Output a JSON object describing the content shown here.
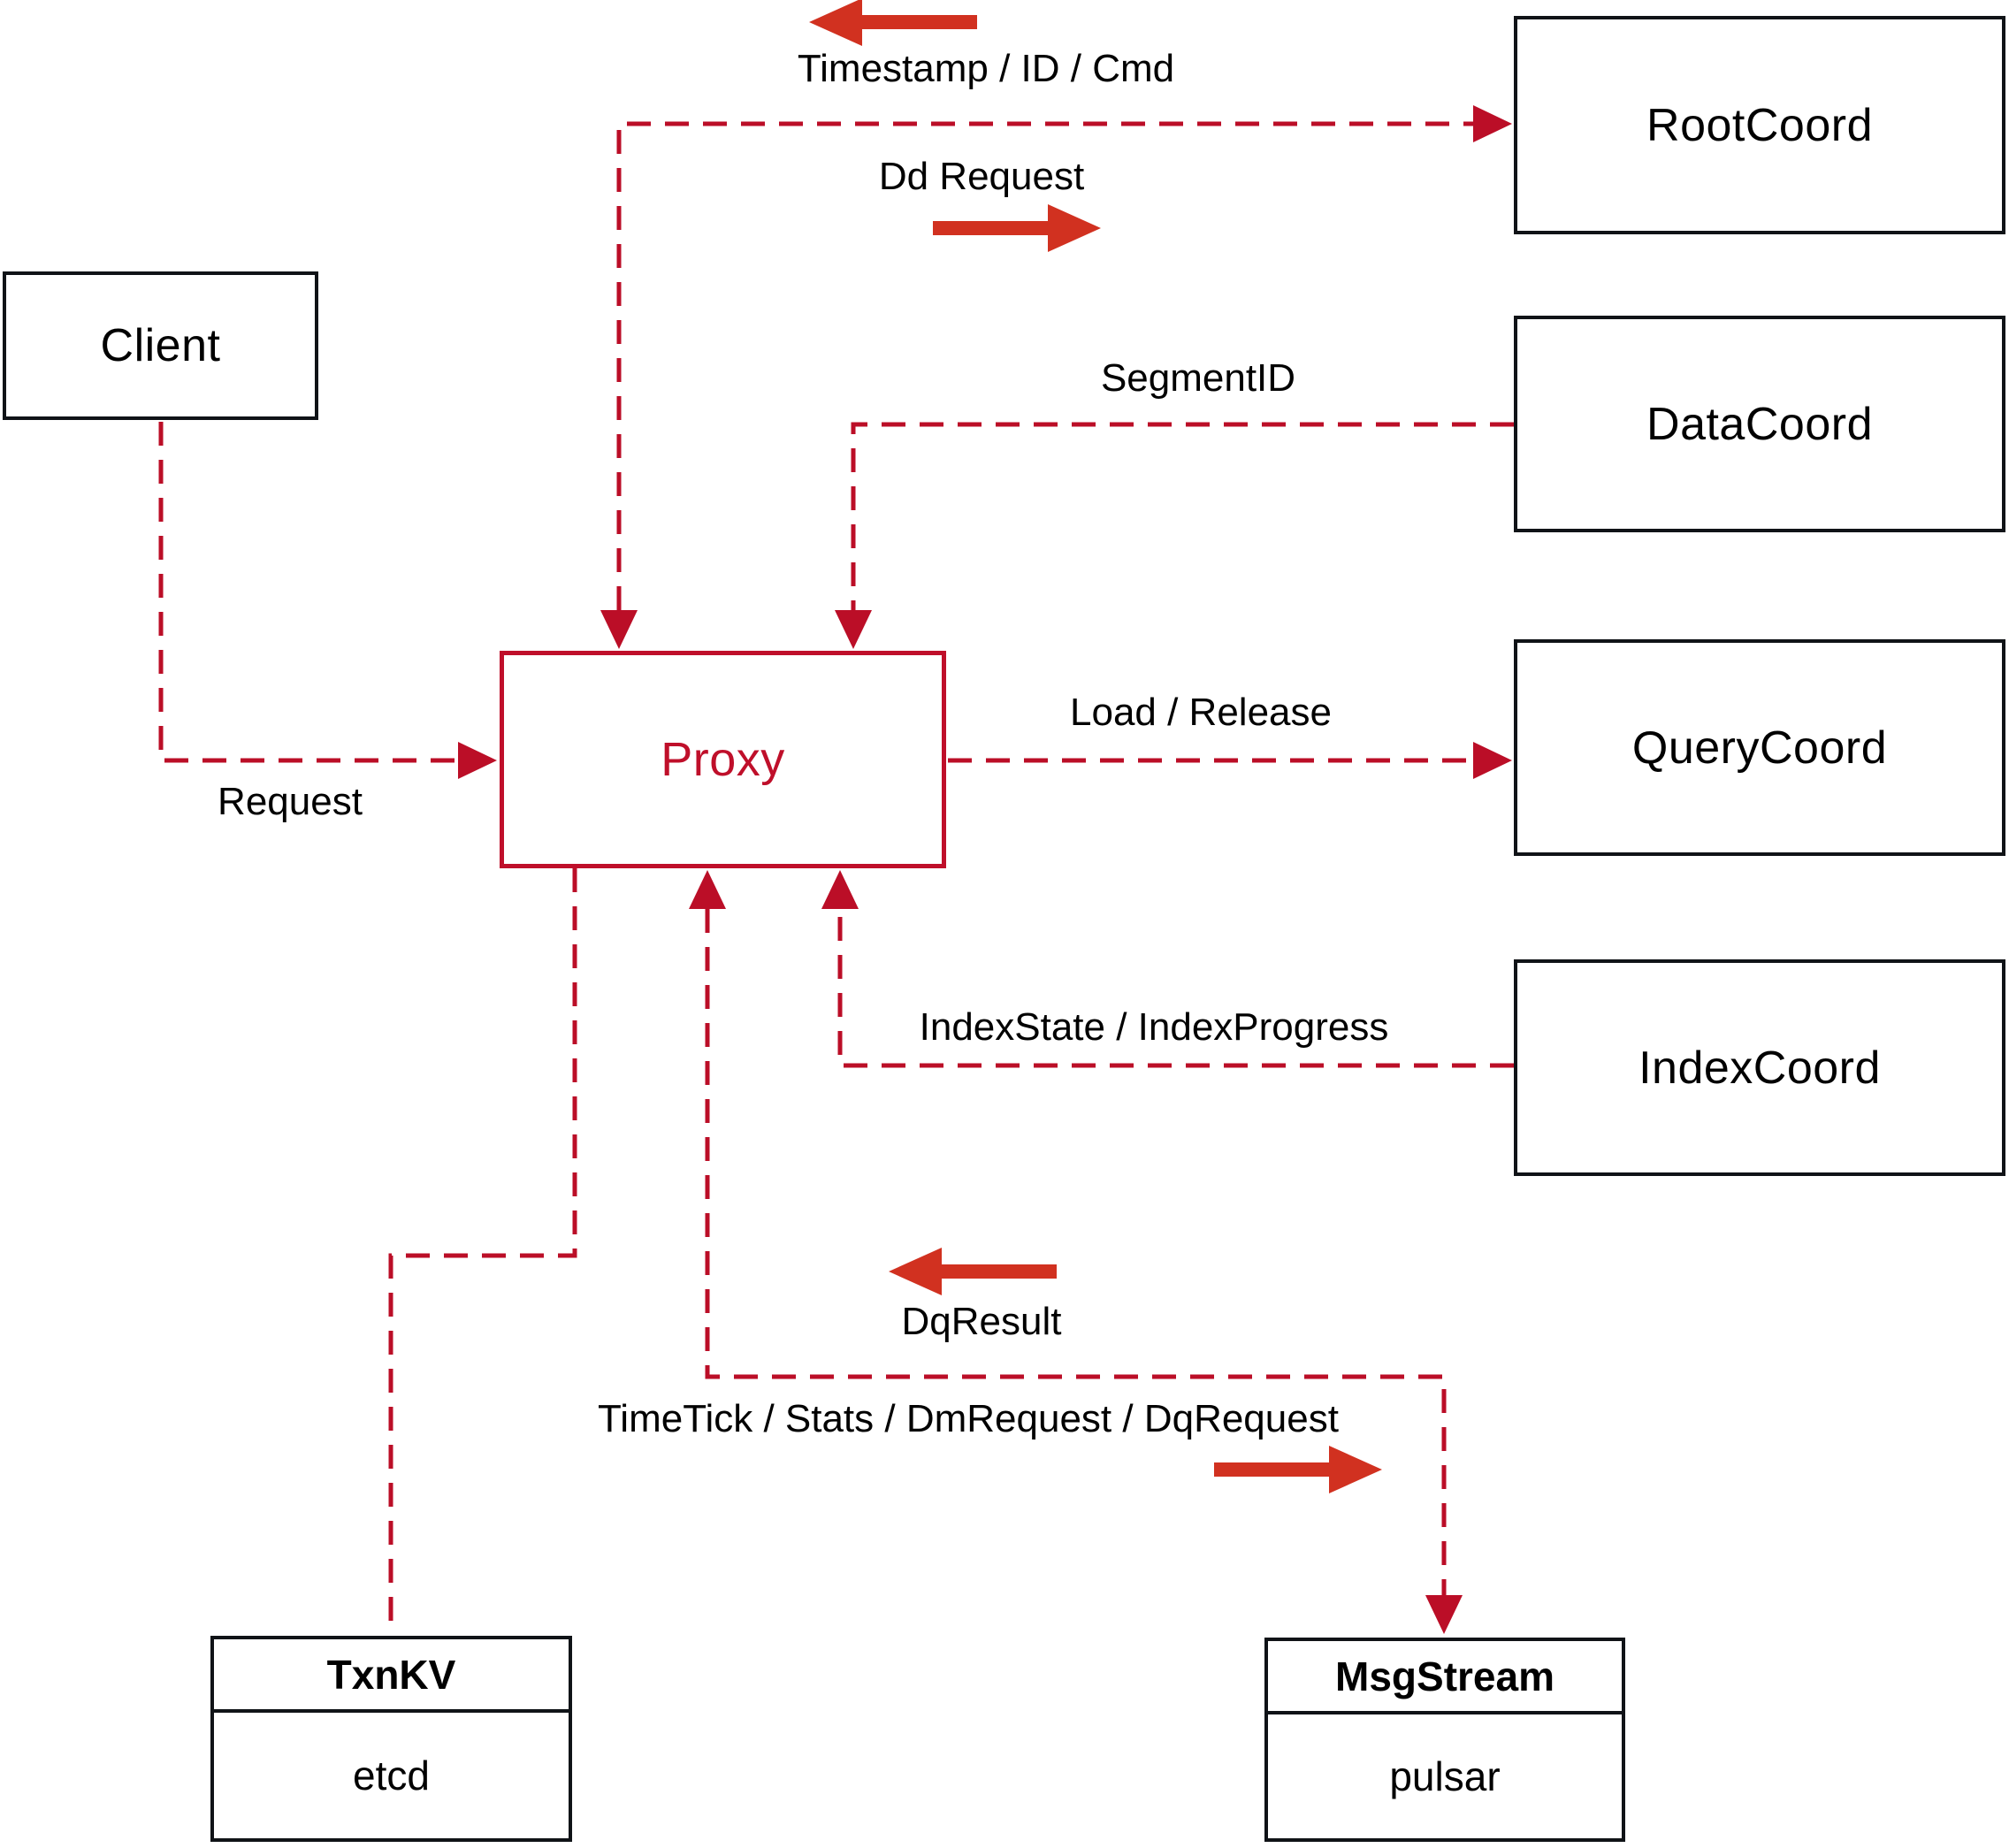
{
  "diagram": {
    "background_color": "#ffffff",
    "colors": {
      "connector_red": "#bb0e27",
      "proxy_red": "#bf0f2a",
      "indicator_arrow_red": "#d13120",
      "box_border_black": "#101317",
      "label_black": "#000000"
    },
    "nodes": {
      "client": {
        "label": "Client"
      },
      "root_coord": {
        "label": "RootCoord"
      },
      "data_coord": {
        "label": "DataCoord"
      },
      "query_coord": {
        "label": "QueryCoord"
      },
      "index_coord": {
        "label": "IndexCoord"
      },
      "proxy": {
        "label": "Proxy"
      },
      "txn_kv": {
        "title": "TxnKV",
        "subtitle": "etcd"
      },
      "msg_stream": {
        "title": "MsgStream",
        "subtitle": "pulsar"
      }
    },
    "edge_labels": {
      "timestamp_id_cmd": "Timestamp / ID / Cmd",
      "dd_request": "Dd Request",
      "segment_id": "SegmentID",
      "request": "Request",
      "load_release": "Load / Release",
      "index_state_progress": "IndexState / IndexProgress",
      "dq_result": "DqResult",
      "time_tick": "TimeTick / Stats / DmRequest / DqRequest"
    },
    "icons": {
      "direction_left": "left-arrow-icon",
      "direction_right": "right-arrow-icon"
    }
  }
}
